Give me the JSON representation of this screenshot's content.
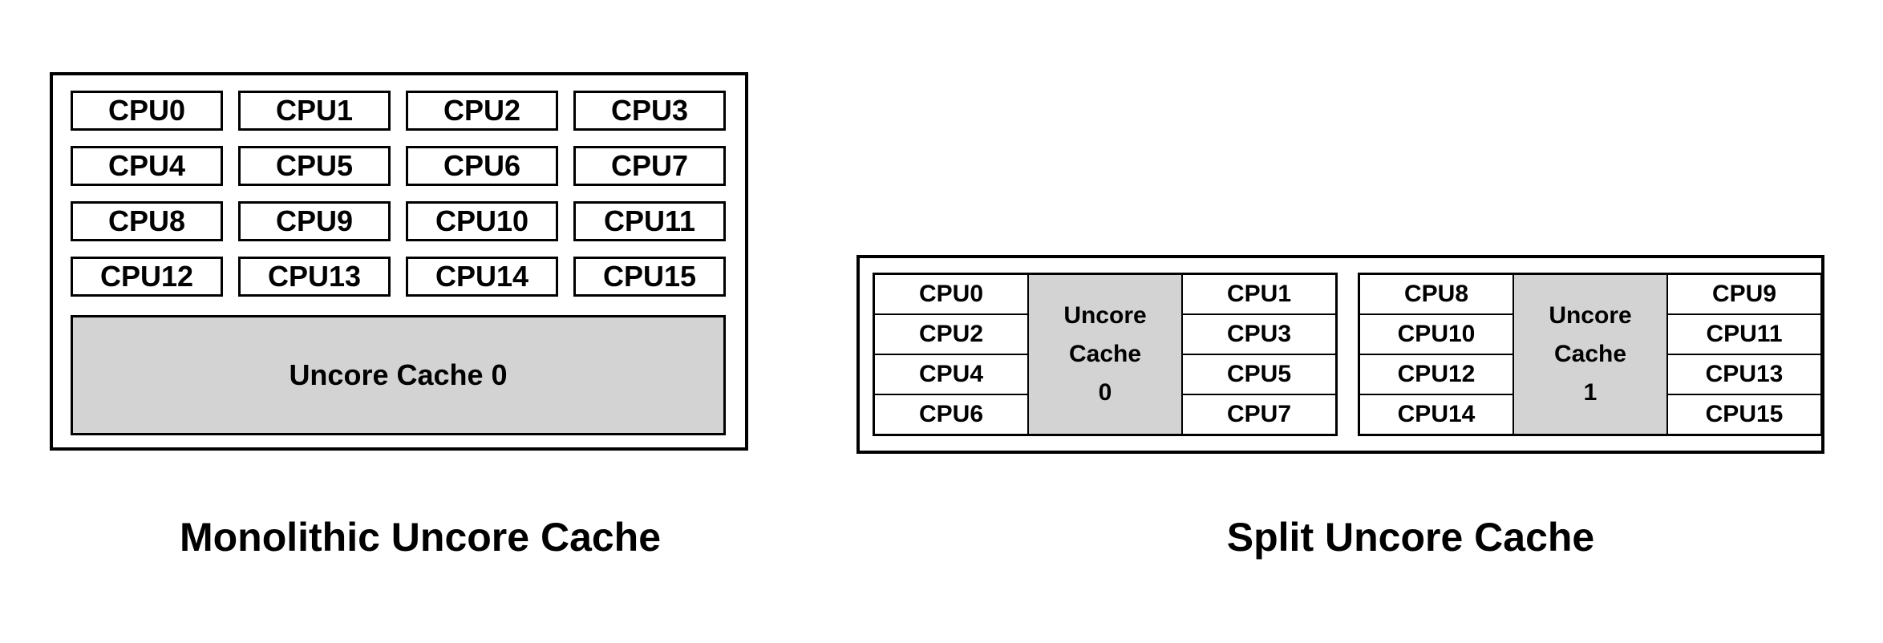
{
  "left_diagram": {
    "caption": "Monolithic Uncore Cache",
    "cpu_grid": [
      "CPU0",
      "CPU1",
      "CPU2",
      "CPU3",
      "CPU4",
      "CPU5",
      "CPU6",
      "CPU7",
      "CPU8",
      "CPU9",
      "CPU10",
      "CPU11",
      "CPU12",
      "CPU13",
      "CPU14",
      "CPU15"
    ],
    "uncore_label": "Uncore Cache 0"
  },
  "right_diagram": {
    "caption": "Split Uncore Cache",
    "clusters": [
      {
        "uncore_label": "Uncore\nCache\n0",
        "rows": [
          {
            "left": "CPU0",
            "right": "CPU1"
          },
          {
            "left": "CPU2",
            "right": "CPU3"
          },
          {
            "left": "CPU4",
            "right": "CPU5"
          },
          {
            "left": "CPU6",
            "right": "CPU7"
          }
        ]
      },
      {
        "uncore_label": "Uncore\nCache\n1",
        "rows": [
          {
            "left": "CPU8",
            "right": "CPU9"
          },
          {
            "left": "CPU10",
            "right": "CPU11"
          },
          {
            "left": "CPU12",
            "right": "CPU13"
          },
          {
            "left": "CPU14",
            "right": "CPU15"
          }
        ]
      }
    ]
  },
  "colors": {
    "uncore_fill": "#d3d3d3",
    "border": "#000000",
    "background": "#ffffff"
  }
}
